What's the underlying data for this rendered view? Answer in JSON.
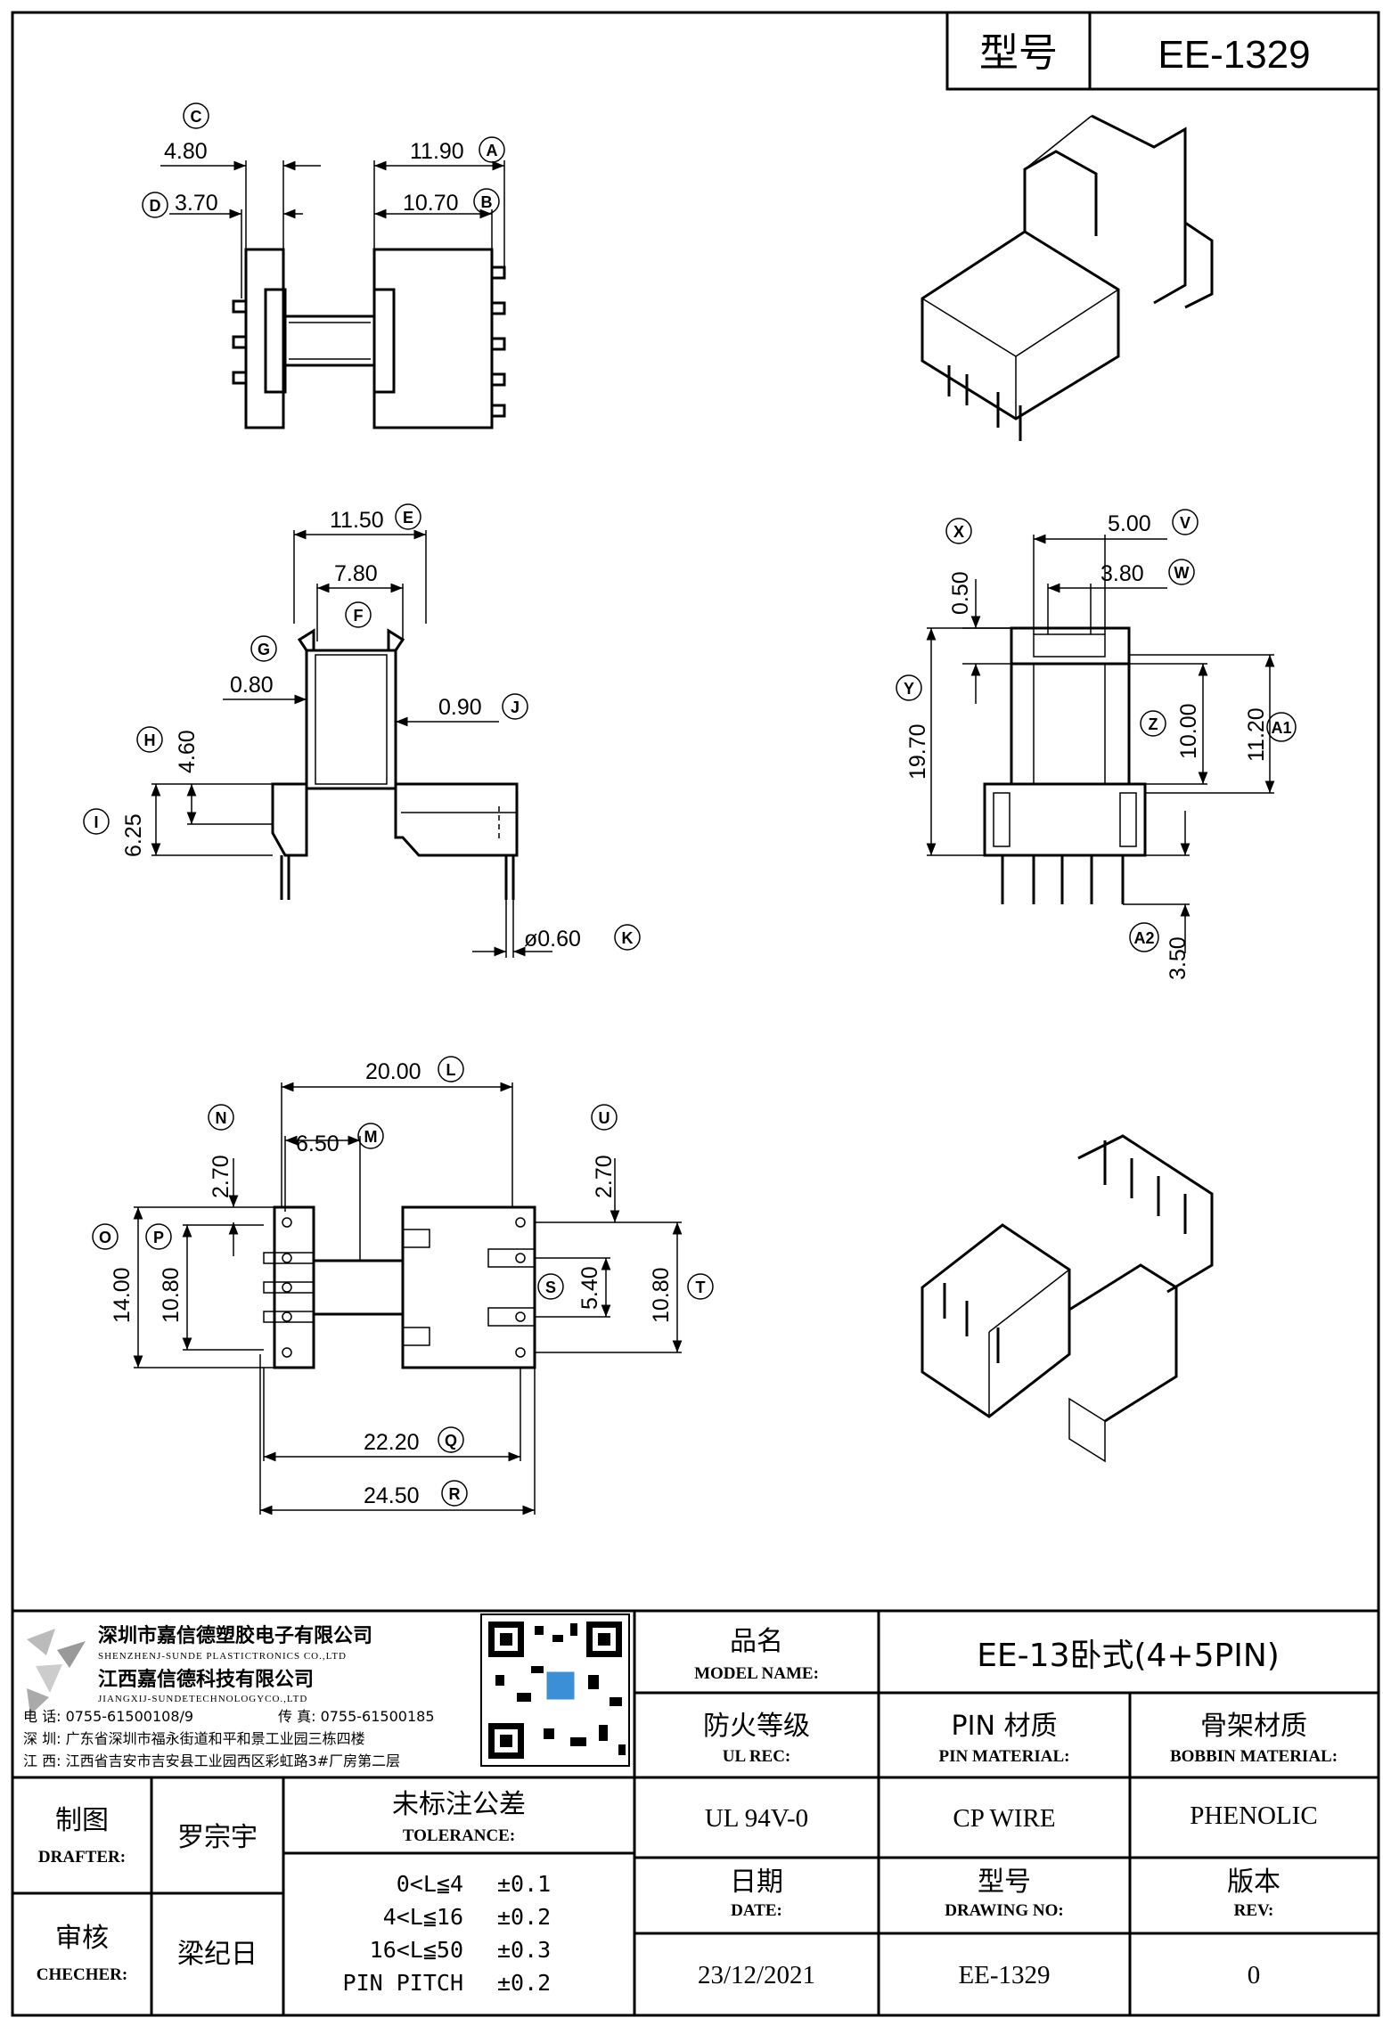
{
  "header": {
    "model_label": "型号",
    "model_value": "EE-1329"
  },
  "dimensions": {
    "A": {
      "label": "A",
      "value": "11.90"
    },
    "B": {
      "label": "B",
      "value": "10.70"
    },
    "C": {
      "label": "C",
      "value": "4.80"
    },
    "D": {
      "label": "D",
      "value": "3.70"
    },
    "E": {
      "label": "E",
      "value": "11.50"
    },
    "F": {
      "label": "F",
      "value": "7.80"
    },
    "G": {
      "label": "G",
      "value": "0.80"
    },
    "H": {
      "label": "H",
      "value": "4.60"
    },
    "I": {
      "label": "I",
      "value": "6.25"
    },
    "J": {
      "label": "J",
      "value": "0.90"
    },
    "K": {
      "label": "K",
      "value": "ø0.60"
    },
    "L": {
      "label": "L",
      "value": "20.00"
    },
    "M": {
      "label": "M",
      "value": "6.50"
    },
    "N": {
      "label": "N",
      "value": "2.70"
    },
    "O": {
      "label": "O",
      "value": "14.00"
    },
    "P": {
      "label": "P",
      "value": "10.80"
    },
    "Q": {
      "label": "Q",
      "value": "22.20"
    },
    "R": {
      "label": "R",
      "value": "24.50"
    },
    "S": {
      "label": "S",
      "value": "5.40"
    },
    "T": {
      "label": "T",
      "value": "10.80"
    },
    "U": {
      "label": "U",
      "value": "2.70"
    },
    "V": {
      "label": "V",
      "value": "5.00"
    },
    "W": {
      "label": "W",
      "value": "3.80"
    },
    "X": {
      "label": "X",
      "value": "0.50"
    },
    "Y": {
      "label": "Y",
      "value": "19.70"
    },
    "Z": {
      "label": "Z",
      "value": "10.00"
    },
    "A1": {
      "label": "A1",
      "value": "11.20"
    },
    "A2": {
      "label": "A2",
      "value": "3.50"
    }
  },
  "company": {
    "name_sz": "深圳市嘉信德塑胶电子有限公司",
    "name_sz_en": "SHENZHENJ-SUNDE PLASTICTRONICS CO.,LTD",
    "name_jx": "江西嘉信德科技有限公司",
    "name_jx_en": "JIANGXIJ-SUNDETECHNOLOGYCO.,LTD",
    "phone": "电 话: 0755-61500108/9",
    "fax": "传 真: 0755-61500185",
    "addr_sz": "深 圳: 广东省深圳市福永街道和平和景工业园三栋四楼",
    "addr_jx": "江 西: 江西省吉安市吉安县工业园西区彩虹路3#厂房第二层"
  },
  "title_block": {
    "model_name_cn": "品名",
    "model_name_en": "MODEL NAME:",
    "model_name_value": "EE-13卧式(4+5PIN)",
    "ul_cn": "防火等级",
    "ul_en": "UL REC:",
    "ul_value": "UL 94V-0",
    "pin_cn": "PIN 材质",
    "pin_en": "PIN MATERIAL:",
    "pin_value": "CP WIRE",
    "bobbin_cn": "骨架材质",
    "bobbin_en": "BOBBIN MATERIAL:",
    "bobbin_value": "PHENOLIC",
    "drafter_cn": "制图",
    "drafter_en": "DRAFTER:",
    "drafter_value": "罗宗宇",
    "checker_cn": "审核",
    "checker_en": "CHECHER:",
    "checker_value": "梁纪日",
    "tolerance_cn": "未标注公差",
    "tolerance_en": "TOLERANCE:",
    "tolerance_rows": [
      {
        "range": "0<L≦4",
        "tol": "±0.1"
      },
      {
        "range": "4<L≦16",
        "tol": "±0.2"
      },
      {
        "range": "16<L≦50",
        "tol": "±0.3"
      },
      {
        "range": "PIN PITCH",
        "tol": "±0.2"
      }
    ],
    "date_cn": "日期",
    "date_en": "DATE:",
    "date_value": "23/12/2021",
    "drawing_cn": "型号",
    "drawing_en": "DRAWING NO:",
    "drawing_value": "EE-1329",
    "rev_cn": "版本",
    "rev_en": "REV:",
    "rev_value": "0"
  }
}
